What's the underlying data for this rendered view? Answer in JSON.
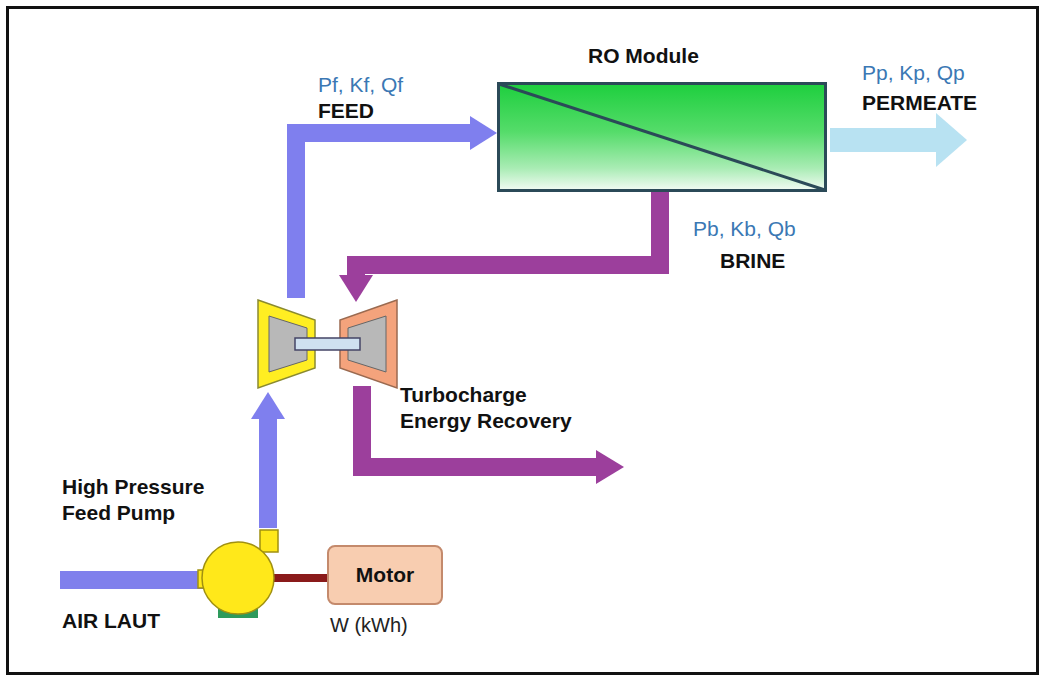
{
  "diagram": {
    "nodes": [
      {
        "text": [
          "RO Module"
        ]
      },
      {
        "text": [
          "Motor"
        ]
      },
      {
        "text": [
          "High Pressure Feed Pump"
        ]
      },
      {
        "text": [
          "Turbocharge Energy Recovery"
        ]
      }
    ],
    "edges": [
      {
        "from": 2,
        "to": 3,
        "arrow": "to"
      },
      {
        "from": 3,
        "to": 0,
        "arrow": "to"
      },
      {
        "from": 0,
        "to": 3,
        "arrow": "to"
      },
      {
        "from": 1,
        "to": 2,
        "arrow": "none"
      }
    ],
    "labels": [
      "Pf, Kf, Qf",
      "FEED",
      "Pp, Kp, Qp",
      "PERMEATE",
      "Pb, Kb, Qb",
      "BRINE",
      "AIR LAUT",
      "W (kWh)"
    ]
  }
}
